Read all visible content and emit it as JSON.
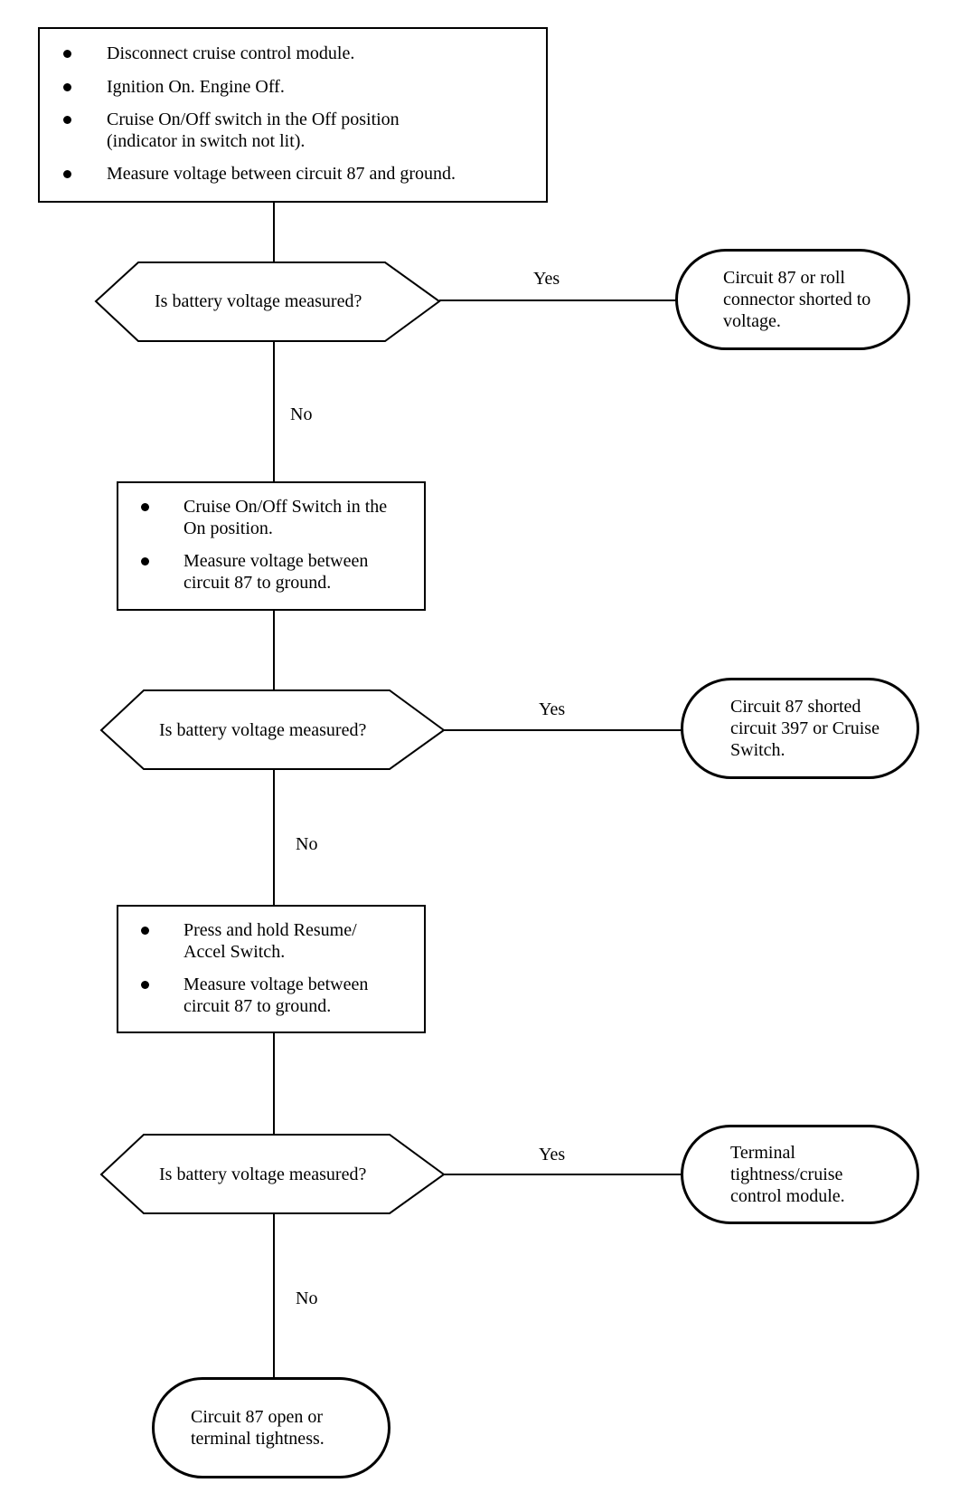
{
  "step1": {
    "items": [
      "Disconnect cruise control module.",
      "Ignition On. Engine Off.",
      "Cruise On/Off switch in the Off position (indicator in switch not lit).",
      "Measure voltage between circuit 87 and ground."
    ]
  },
  "question1": {
    "text": "Is battery voltage measured?",
    "yes": "Yes",
    "no": "No"
  },
  "result1": {
    "text": "Circuit 87 or roll connector shorted to voltage."
  },
  "step2": {
    "items": [
      "Cruise On/Off Switch in the On position.",
      "Measure voltage between circuit 87 to ground."
    ]
  },
  "question2": {
    "text": "Is battery voltage measured?",
    "yes": "Yes",
    "no": "No"
  },
  "result2": {
    "text": "Circuit 87 shorted circuit 397 or Cruise Switch."
  },
  "step3": {
    "items": [
      "Press and hold Resume/ Accel Switch.",
      "Measure voltage between circuit 87 to ground."
    ]
  },
  "question3": {
    "text": "Is battery voltage measured?",
    "yes": "Yes",
    "no": "No"
  },
  "result3": {
    "text": "Terminal tightness/cruise control module."
  },
  "final": {
    "text": "Circuit 87 open or terminal tightness."
  }
}
